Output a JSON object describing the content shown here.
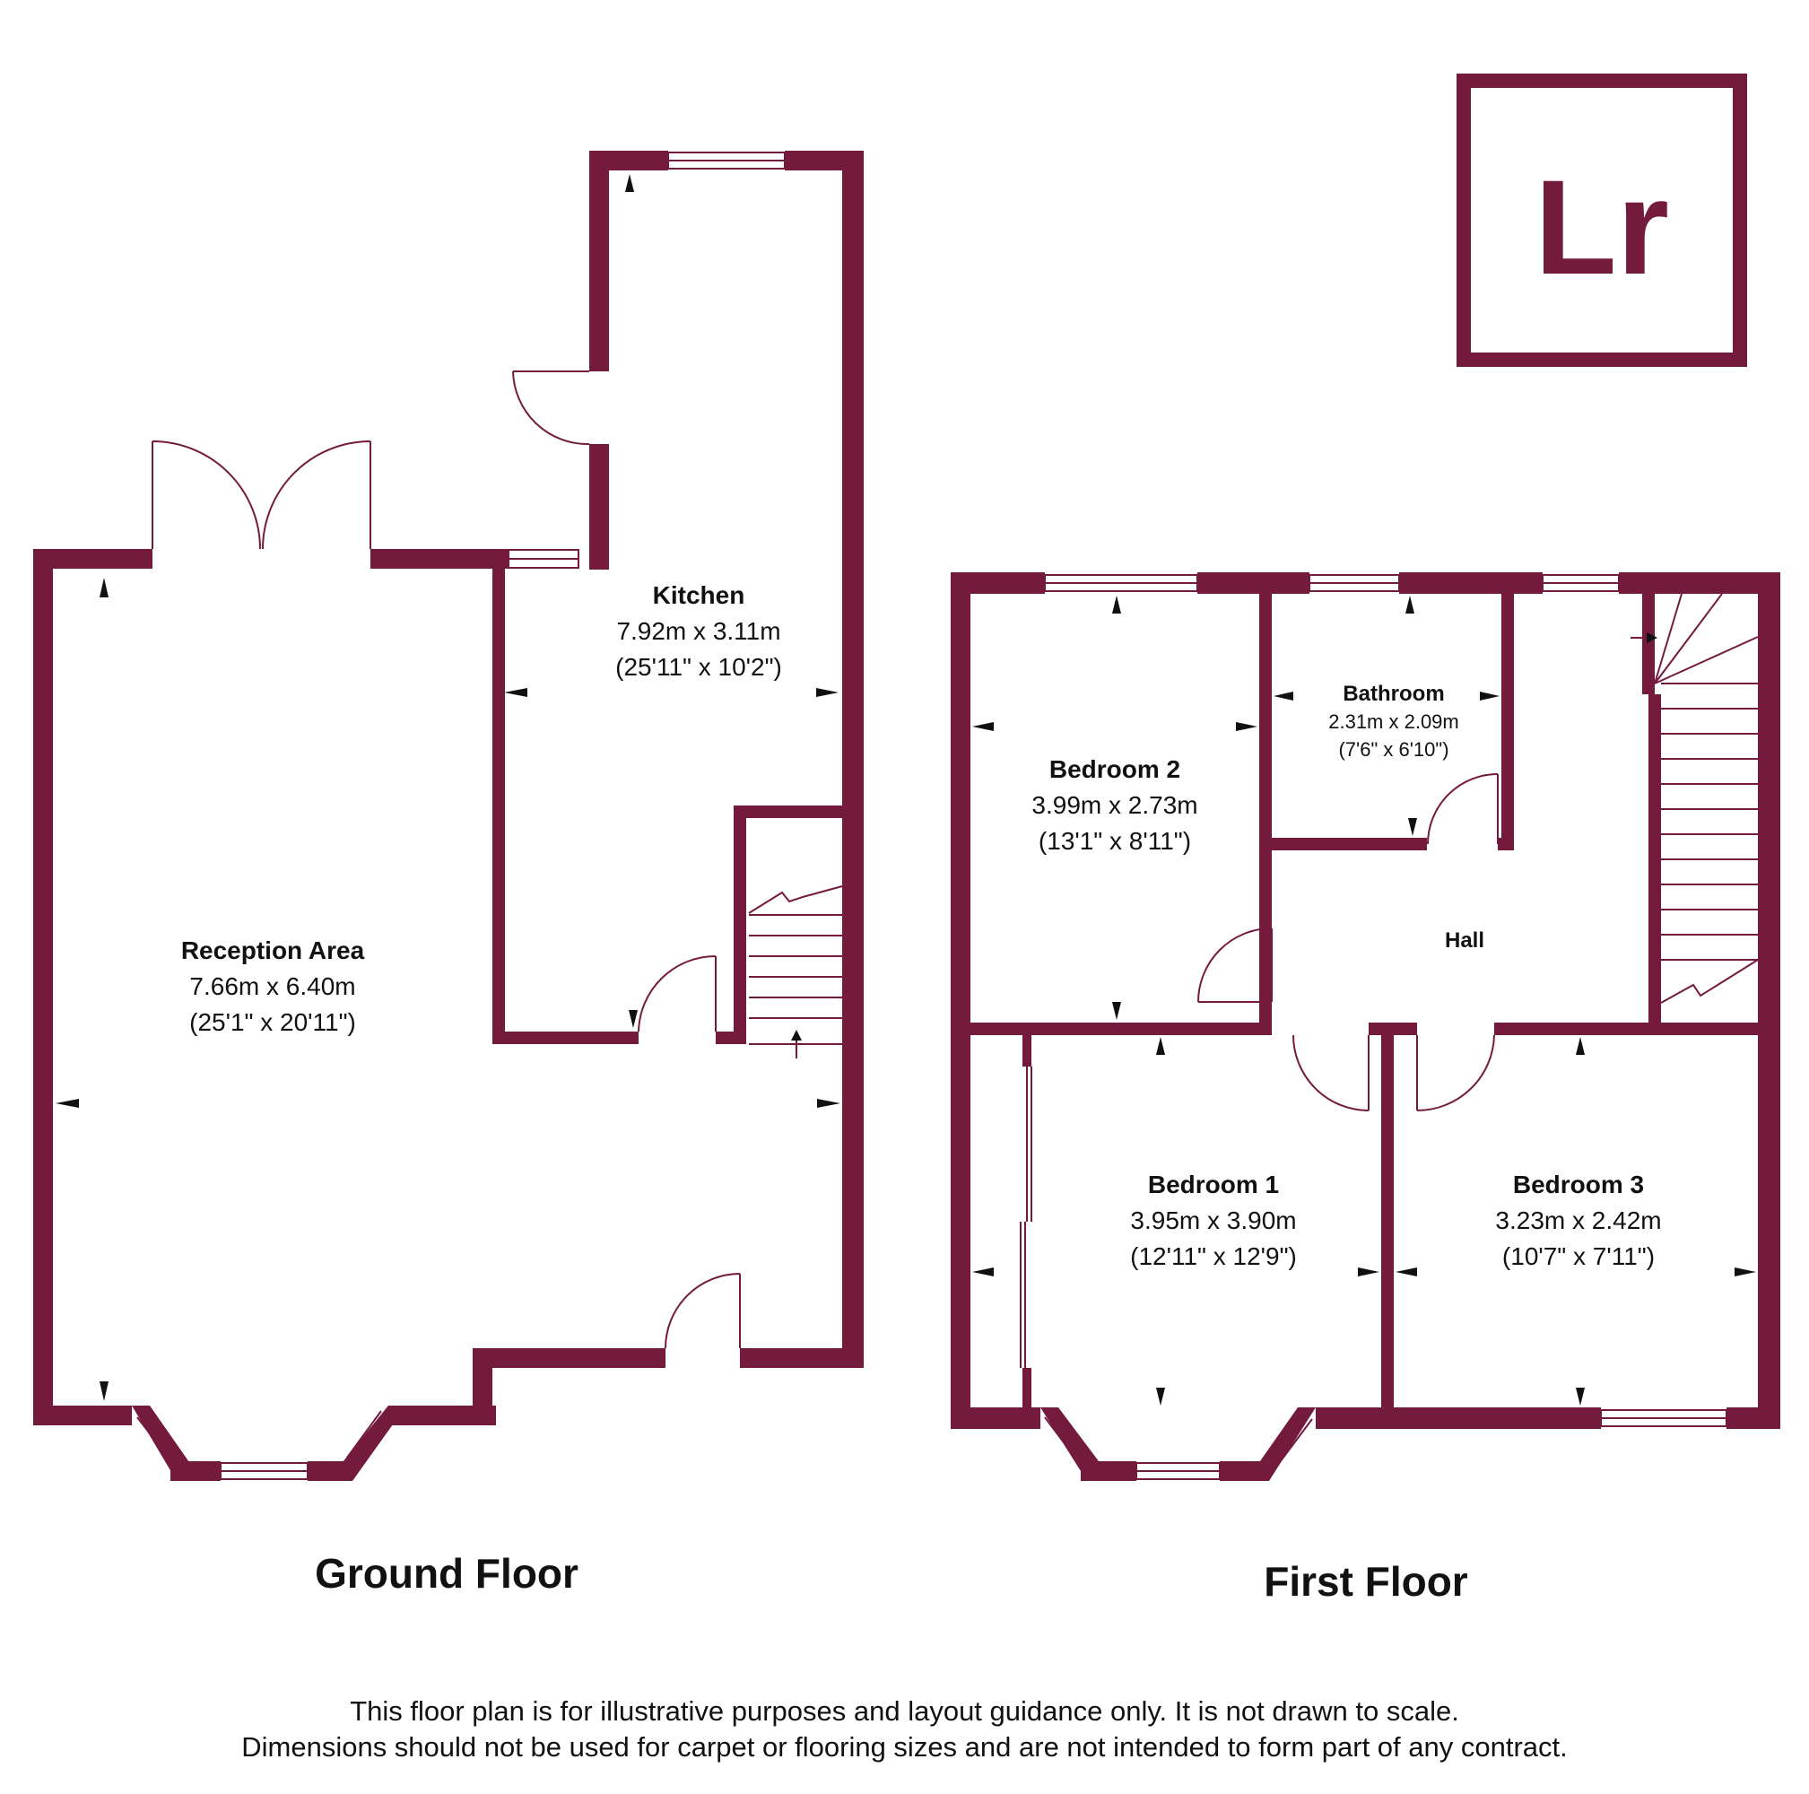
{
  "logo": {
    "text": "Lr"
  },
  "colors": {
    "wall": "#741b3d",
    "text": "#111111"
  },
  "floors": {
    "ground": {
      "title": "Ground Floor",
      "rooms": {
        "kitchen": {
          "name": "Kitchen",
          "metric": "7.92m x 3.11m",
          "imperial": "(25'11\" x 10'2\")"
        },
        "reception": {
          "name": "Reception Area",
          "metric": "7.66m x 6.40m",
          "imperial": "(25'1\" x 20'11\")"
        }
      }
    },
    "first": {
      "title": "First Floor",
      "rooms": {
        "bedroom2": {
          "name": "Bedroom 2",
          "metric": "3.99m x 2.73m",
          "imperial": "(13'1\" x 8'11\")"
        },
        "bathroom": {
          "name": "Bathroom",
          "metric": "2.31m x 2.09m",
          "imperial": "(7'6\" x 6'10\")"
        },
        "hall": {
          "name": "Hall"
        },
        "bedroom1": {
          "name": "Bedroom 1",
          "metric": "3.95m x 3.90m",
          "imperial": "(12'11\" x 12'9\")"
        },
        "bedroom3": {
          "name": "Bedroom 3",
          "metric": "3.23m x 2.42m",
          "imperial": "(10'7\" x 7'11\")"
        }
      }
    }
  },
  "disclaimer": {
    "line1": "This floor plan is for illustrative purposes and layout guidance only. It is not drawn to scale.",
    "line2": "Dimensions should not be used for carpet or flooring sizes and are not intended to form part of any contract."
  }
}
